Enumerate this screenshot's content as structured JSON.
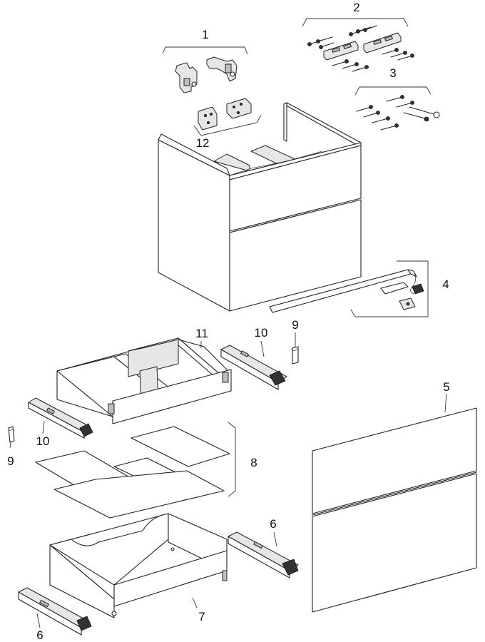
{
  "parts": [
    {
      "id": "part-1",
      "label": "1"
    },
    {
      "id": "part-2",
      "label": "2"
    },
    {
      "id": "part-3",
      "label": "3"
    },
    {
      "id": "part-4",
      "label": "4"
    },
    {
      "id": "part-5",
      "label": "5"
    },
    {
      "id": "part-6a",
      "label": "6"
    },
    {
      "id": "part-6b",
      "label": "6"
    },
    {
      "id": "part-7",
      "label": "7"
    },
    {
      "id": "part-8",
      "label": "8"
    },
    {
      "id": "part-9a",
      "label": "9"
    },
    {
      "id": "part-9b",
      "label": "9"
    },
    {
      "id": "part-10a",
      "label": "10"
    },
    {
      "id": "part-10b",
      "label": "10"
    },
    {
      "id": "part-11",
      "label": "11"
    },
    {
      "id": "part-12",
      "label": "12"
    }
  ]
}
